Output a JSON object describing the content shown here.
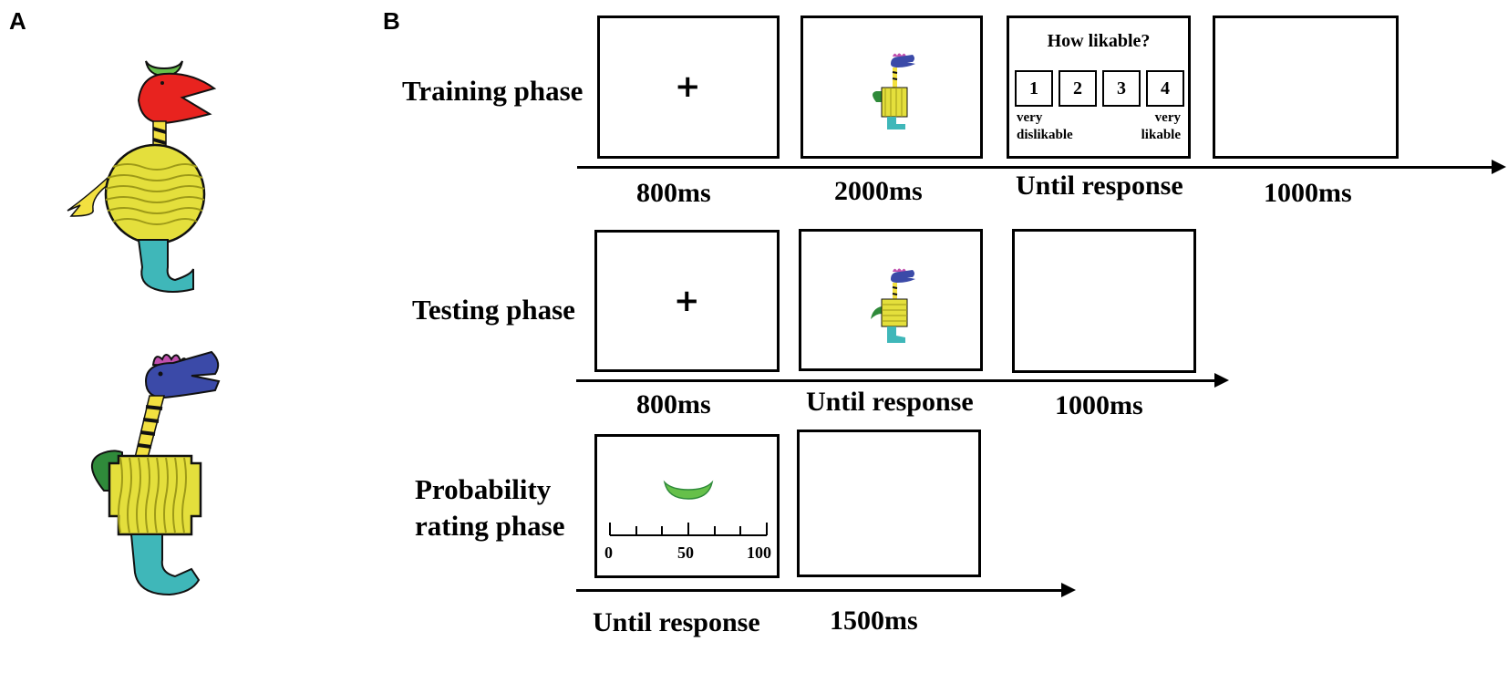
{
  "panels": {
    "a": "A",
    "b": "B"
  },
  "phases": {
    "training": {
      "label": "Training phase",
      "durations": [
        "800ms",
        "2000ms",
        "Until response",
        "1000ms"
      ],
      "fixation": "+",
      "rating": {
        "question": "How likable?",
        "options": [
          "1",
          "2",
          "3",
          "4"
        ],
        "low_anchor": [
          "very",
          "dislikable"
        ],
        "high_anchor": [
          "very",
          "likable"
        ]
      }
    },
    "testing": {
      "label": "Testing phase",
      "durations": [
        "800ms",
        "Until response",
        "1000ms"
      ],
      "fixation": "+"
    },
    "probability": {
      "label_lines": [
        "Probability",
        "rating phase"
      ],
      "durations": [
        "Until response",
        "1500ms"
      ],
      "scale_labels": [
        "0",
        "50",
        "100"
      ]
    }
  },
  "colors": {
    "red_head": "#e8231f",
    "blue_head": "#3b4aa8",
    "yellow_body": "#e4df3c",
    "teal_leg": "#3fb7b9",
    "green": "#2f8a3a",
    "light_green": "#66c04a",
    "magenta_crest": "#c04fae"
  }
}
